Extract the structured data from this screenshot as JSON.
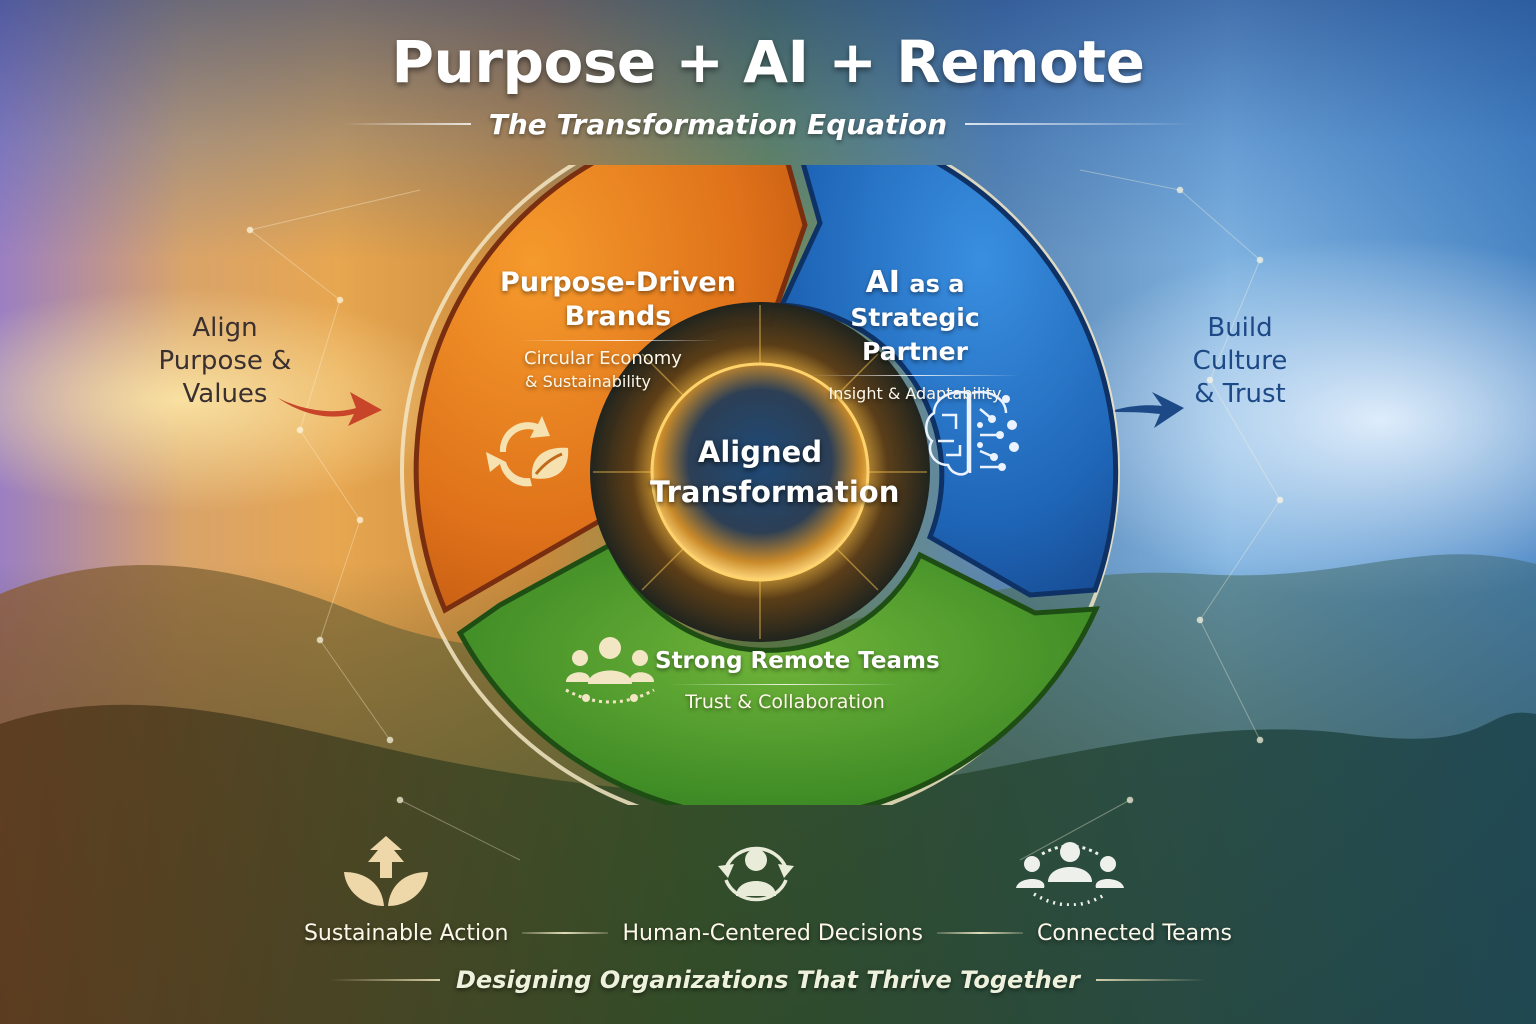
{
  "header": {
    "title": "Purpose + AI + Remote",
    "subtitle": "The Transformation Equation"
  },
  "side_labels": {
    "left": {
      "lines": [
        "Align",
        "Purpose &",
        "Values"
      ],
      "arrow_color": "#c8452a",
      "text_color": "#3a3030",
      "icon": "arrow-right-icon"
    },
    "right": {
      "lines": [
        "Build",
        "Culture",
        "& Trust"
      ],
      "arrow_color": "#1d4a86",
      "text_color": "#1d4a86",
      "icon": "arrow-right-icon"
    }
  },
  "wheel": {
    "segments": [
      {
        "id": "purpose",
        "title_lines": [
          "Purpose-Driven",
          "Brands"
        ],
        "subtitle_lines": [
          "Circular Economy",
          "& Sustainability"
        ],
        "icon": "recycle-leaf-icon",
        "color": "#e07a1c"
      },
      {
        "id": "ai",
        "title_lines": [
          "AI",
          "as a",
          "Strategic Partner"
        ],
        "subtitle_lines": [
          "Insight & Adaptability"
        ],
        "icon": "brain-circuit-icon",
        "color": "#1f6fc2"
      },
      {
        "id": "remote",
        "title_lines": [
          "Strong Remote Teams"
        ],
        "subtitle_lines": [
          "Trust & Collaboration"
        ],
        "icon": "team-group-icon",
        "color": "#4f9a2a"
      }
    ],
    "center": {
      "lines": [
        "Aligned",
        "Transformation"
      ],
      "glow_color": "#f5b02e"
    }
  },
  "outcomes": [
    {
      "label": "Sustainable Action",
      "icon": "leaf-growth-icon"
    },
    {
      "label": "Human-Centered Decisions",
      "icon": "person-cycle-icon"
    },
    {
      "label": "Connected Teams",
      "icon": "connected-people-icon"
    }
  ],
  "tagline": "Designing Organizations That Thrive Together",
  "colors": {
    "orange": "#e07a1c",
    "blue": "#1f6fc2",
    "green": "#4f9a2a",
    "cream": "#f3e6c4"
  }
}
